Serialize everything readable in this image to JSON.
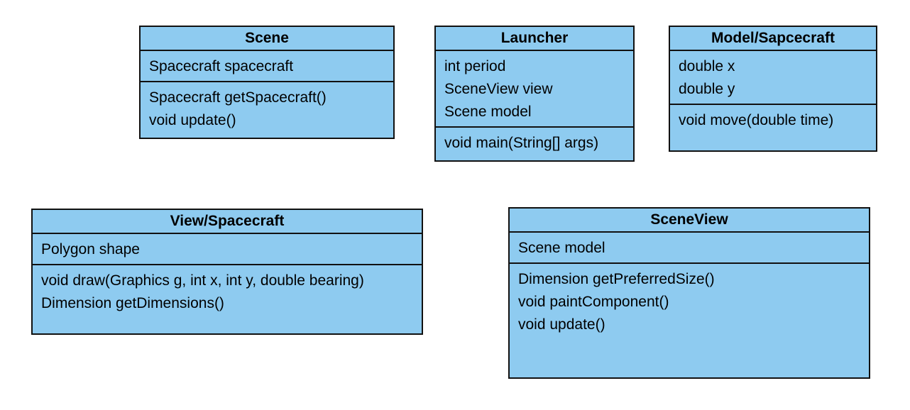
{
  "diagram": {
    "colors": {
      "box_fill": "#8ecbf0",
      "border": "#111111",
      "text": "#000000",
      "background": "#ffffff"
    },
    "classes": [
      {
        "title": "Scene",
        "attributes": [
          "Spacecraft spacecraft"
        ],
        "methods": [
          "Spacecraft getSpacecraft()",
          "void update()"
        ]
      },
      {
        "title": "Launcher",
        "attributes": [
          "int period",
          "SceneView view",
          "Scene model"
        ],
        "methods": [
          "void main(String[] args)"
        ]
      },
      {
        "title": "Model/Sapcecraft",
        "attributes": [
          "double x",
          "double y"
        ],
        "methods": [
          "void move(double time)"
        ]
      },
      {
        "title": "View/Spacecraft",
        "attributes": [
          "Polygon shape"
        ],
        "methods": [
          "void draw(Graphics g, int x, int y, double bearing)",
          "Dimension getDimensions()"
        ]
      },
      {
        "title": "SceneView",
        "attributes": [
          "Scene model"
        ],
        "methods": [
          "Dimension getPreferredSize()",
          "void paintComponent()",
          "void update()"
        ]
      }
    ]
  }
}
